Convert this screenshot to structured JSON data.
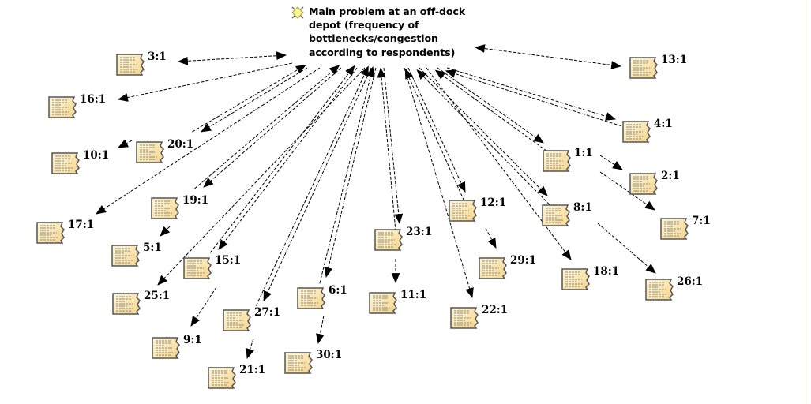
{
  "diagram": {
    "main_node": {
      "title": "Main problem at an off-dock\ndepot (frequency of\nbottlenecks/congestion\naccording to respondents)",
      "icon": "diamond-code-icon"
    },
    "colors": {
      "doc_fill_light": "#fff7d6",
      "doc_fill_dark": "#f4d48c",
      "doc_border": "#555555",
      "doc_text_lines": "#8a8a8a",
      "main_icon_fill": "#f5f07a",
      "edge": "#000000",
      "background": "#ffffff"
    },
    "nodes": [
      {
        "id": "3",
        "label": "3:1"
      },
      {
        "id": "16",
        "label": "16:1"
      },
      {
        "id": "10",
        "label": "10:1"
      },
      {
        "id": "20",
        "label": "20:1"
      },
      {
        "id": "17",
        "label": "17:1"
      },
      {
        "id": "19",
        "label": "19:1"
      },
      {
        "id": "5",
        "label": "5:1"
      },
      {
        "id": "15",
        "label": "15:1"
      },
      {
        "id": "25",
        "label": "25:1"
      },
      {
        "id": "9",
        "label": "9:1"
      },
      {
        "id": "27",
        "label": "27:1"
      },
      {
        "id": "21",
        "label": "21:1"
      },
      {
        "id": "6",
        "label": "6:1"
      },
      {
        "id": "30",
        "label": "30:1"
      },
      {
        "id": "23",
        "label": "23:1"
      },
      {
        "id": "11",
        "label": "11:1"
      },
      {
        "id": "22",
        "label": "22:1"
      },
      {
        "id": "12",
        "label": "12:1"
      },
      {
        "id": "29",
        "label": "29:1"
      },
      {
        "id": "8",
        "label": "8:1"
      },
      {
        "id": "18",
        "label": "18:1"
      },
      {
        "id": "26",
        "label": "26:1"
      },
      {
        "id": "1",
        "label": "1:1"
      },
      {
        "id": "2",
        "label": "2:1"
      },
      {
        "id": "7",
        "label": "7:1"
      },
      {
        "id": "4",
        "label": "4:1"
      },
      {
        "id": "13",
        "label": "13:1"
      }
    ],
    "edges": [
      {
        "from": "main",
        "to": "3",
        "arrows": "both"
      },
      {
        "from": "main",
        "to": "16",
        "arrows": "end"
      },
      {
        "from": "main",
        "to": "20",
        "arrows": "both"
      },
      {
        "from": "20",
        "to": "10",
        "arrows": "end"
      },
      {
        "from": "main",
        "to": "17",
        "arrows": "end"
      },
      {
        "from": "main",
        "to": "19",
        "arrows": "both"
      },
      {
        "from": "19",
        "to": "5",
        "arrows": "end"
      },
      {
        "from": "main",
        "to": "15",
        "arrows": "both"
      },
      {
        "from": "main",
        "to": "25",
        "arrows": "end"
      },
      {
        "from": "15",
        "to": "9",
        "arrows": "end"
      },
      {
        "from": "main",
        "to": "27",
        "arrows": "both"
      },
      {
        "from": "27",
        "to": "21",
        "arrows": "end"
      },
      {
        "from": "main",
        "to": "6",
        "arrows": "both"
      },
      {
        "from": "6",
        "to": "30",
        "arrows": "end"
      },
      {
        "from": "main",
        "to": "23",
        "arrows": "both"
      },
      {
        "from": "23",
        "to": "11",
        "arrows": "end"
      },
      {
        "from": "main",
        "to": "22",
        "arrows": "end"
      },
      {
        "from": "main",
        "to": "12",
        "arrows": "both"
      },
      {
        "from": "12",
        "to": "29",
        "arrows": "end"
      },
      {
        "from": "main",
        "to": "8",
        "arrows": "both"
      },
      {
        "from": "main",
        "to": "18",
        "arrows": "end"
      },
      {
        "from": "8",
        "to": "26",
        "arrows": "end"
      },
      {
        "from": "main",
        "to": "1",
        "arrows": "both"
      },
      {
        "from": "1",
        "to": "2",
        "arrows": "end"
      },
      {
        "from": "1",
        "to": "7",
        "arrows": "end"
      },
      {
        "from": "main",
        "to": "4",
        "arrows": "both"
      },
      {
        "from": "main",
        "to": "13",
        "arrows": "both"
      }
    ]
  }
}
